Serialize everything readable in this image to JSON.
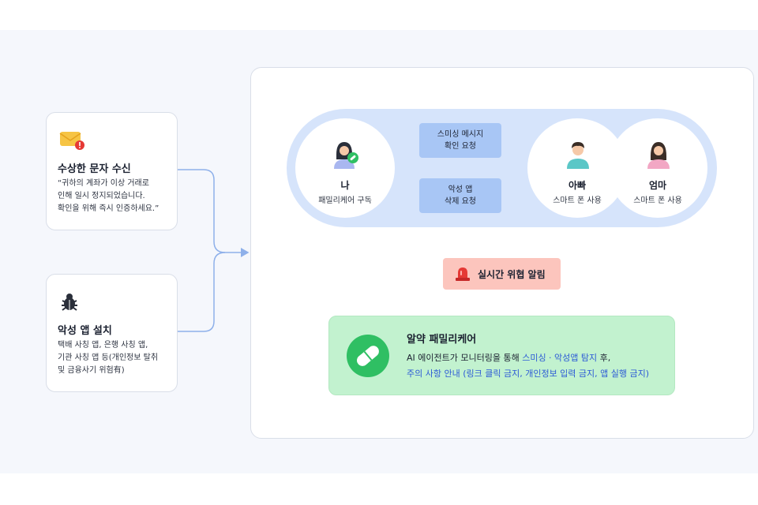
{
  "sms_card": {
    "title": "수상한 문자 수신",
    "text": "“귀하의 계좌가 이상 거래로\n인해 일시 정지되었습니다.\n확인을 위해 즉시 인증하세요.”",
    "icon": "envelope-alert-icon"
  },
  "malware_card": {
    "title": "악성 앱 설치",
    "text": "택배 사칭 앱, 은행 사칭 앱,\n기관 사칭 앱 등(개인정보 탈취\n및 금융사기 위험有)",
    "icon": "bug-icon"
  },
  "family": {
    "me": {
      "name": "나",
      "role": "패밀리케어 구독"
    },
    "dad": {
      "name": "아빠",
      "role": "스마트 폰 사용"
    },
    "mom": {
      "name": "엄마",
      "role": "스마트 폰 사용"
    }
  },
  "requests": {
    "smishing": "스미싱 메시지\n확인 요청",
    "malware_delete": "악성 앱\n삭제 요청"
  },
  "alert": {
    "label": "실시간 위협 알림",
    "icon": "siren-icon"
  },
  "yakpanel": {
    "title": "알약 패밀리케어",
    "line1_a": "AI 에이전트가 모니터링을 통해 ",
    "line1_hl": "스미싱 · 악성앱 탐지",
    "line1_b": " 후,",
    "line2": "주의 사항 안내 (링크 클릭 금지, 개인정보 입력 금지, 앱 실행 금지)",
    "icon": "pill-icon"
  },
  "colors": {
    "pill_bg": "#d6e4fb",
    "request_bg": "#a8c6f5",
    "alert_bg": "#fcc5bd",
    "yak_bg": "#c2f2cf",
    "yak_icon": "#2fbf63",
    "highlight": "#2c5ad6",
    "connector": "#8eb0ea"
  }
}
